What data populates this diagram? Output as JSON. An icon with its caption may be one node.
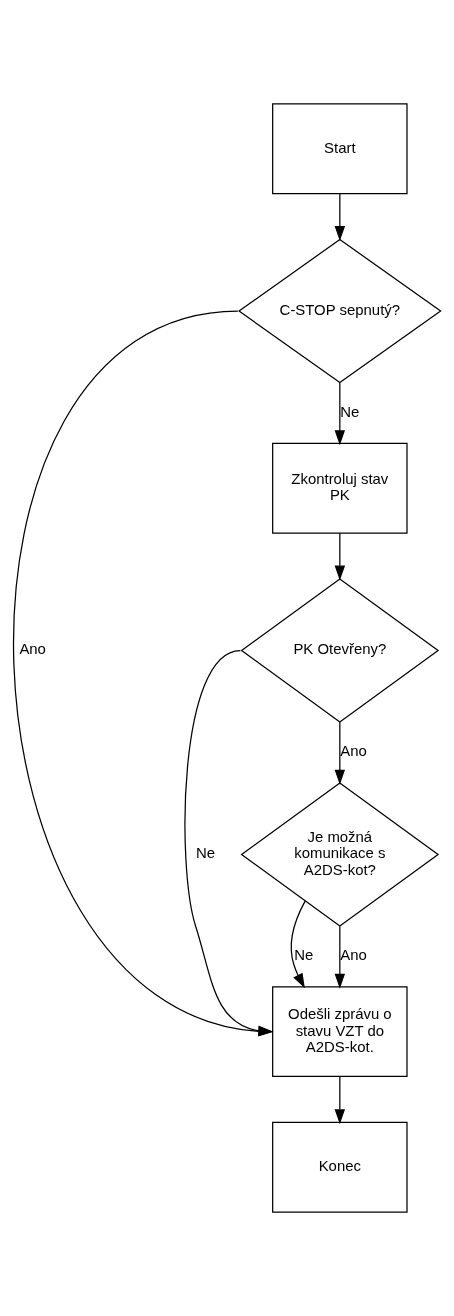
{
  "diagram": {
    "nodes": [
      {
        "text": [
          "Start"
        ]
      },
      {
        "text": [
          "C-STOP sepnutý?"
        ]
      },
      {
        "text": [
          "Zkontroluj stav PK"
        ]
      },
      {
        "text": [
          "PK Otevřeny?"
        ]
      },
      {
        "text": [
          "Je možná komunikace s A2DS-kot?"
        ]
      },
      {
        "text": [
          "Odešli zprávu o stavu VZT do A2DS-kot."
        ]
      },
      {
        "text": [
          "Konec"
        ]
      }
    ],
    "edges": [
      {
        "from": 0,
        "to": 1,
        "arrow": "to"
      },
      {
        "from": 1,
        "to": 2,
        "label": "Ne",
        "arrow": "to"
      },
      {
        "from": 1,
        "to": 5,
        "label": "Ano",
        "arrow": "to"
      },
      {
        "from": 2,
        "to": 3,
        "arrow": "to"
      },
      {
        "from": 3,
        "to": 5,
        "label": "Ne",
        "arrow": "to"
      },
      {
        "from": 3,
        "to": 4,
        "label": "Ano",
        "arrow": "to"
      },
      {
        "from": 4,
        "to": 5,
        "label": "Ne",
        "arrow": "to"
      },
      {
        "from": 4,
        "to": 5,
        "label": "Ano",
        "arrow": "to"
      },
      {
        "from": 5,
        "to": 6,
        "arrow": "to"
      }
    ]
  }
}
